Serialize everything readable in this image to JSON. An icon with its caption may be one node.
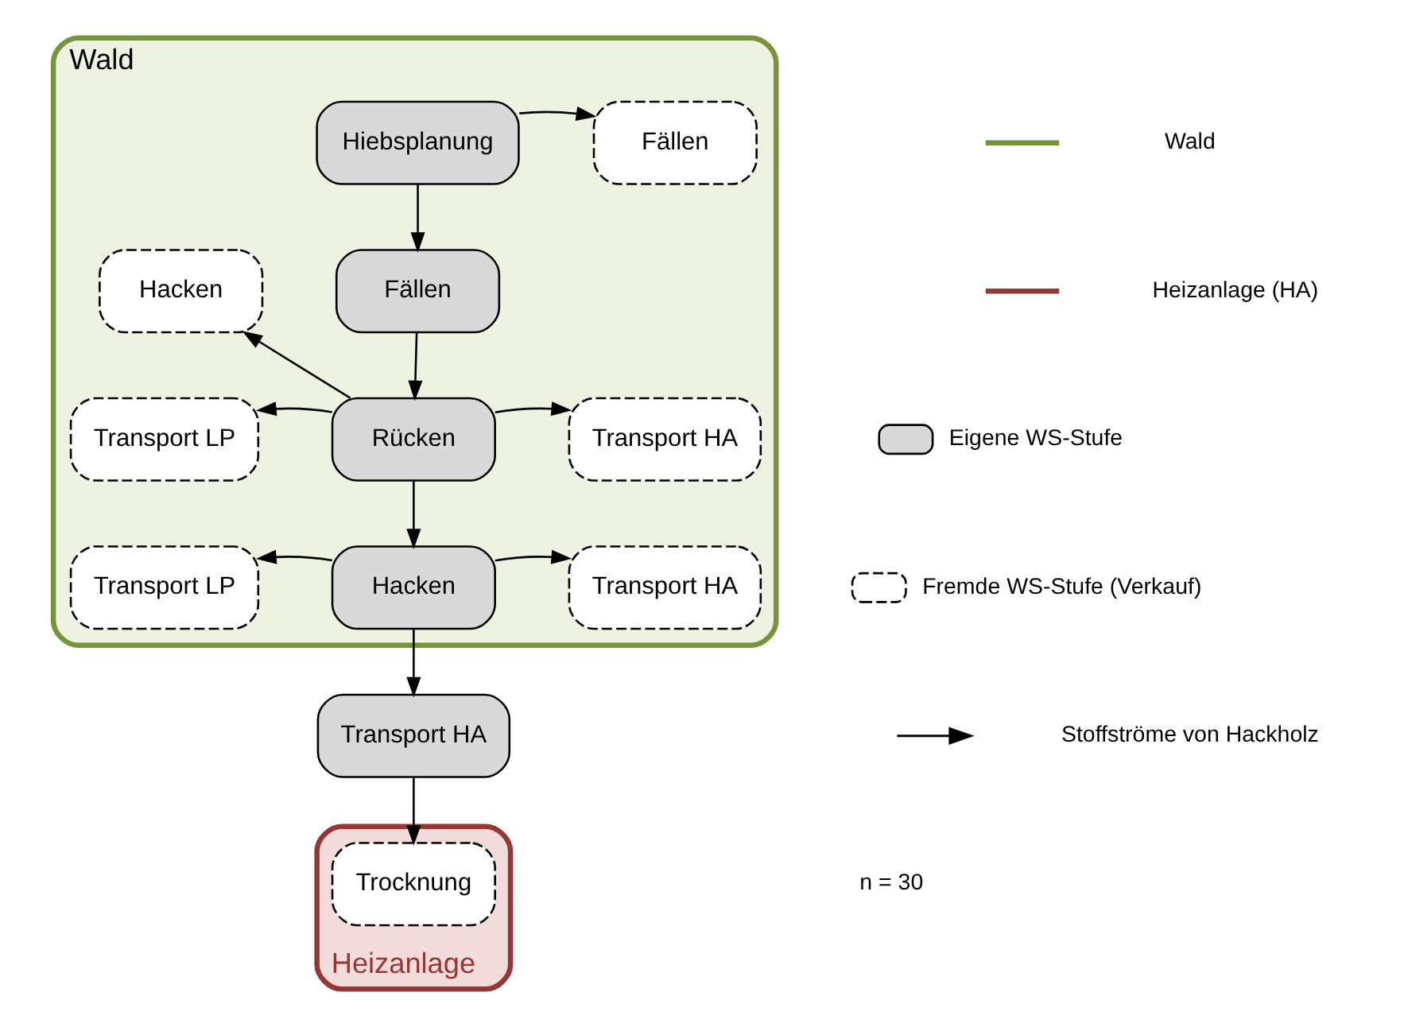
{
  "diagram": {
    "nodes": [
      {
        "text": [
          "Wald"
        ]
      },
      {
        "text": [
          "Hiebsplanung"
        ],
        "in": 0
      },
      {
        "text": [
          "Fällen"
        ],
        "in": 0
      },
      {
        "text": [
          "Hacken"
        ],
        "in": 0
      },
      {
        "text": [
          "Fällen"
        ],
        "in": 0
      },
      {
        "text": [
          "Transport LP"
        ],
        "in": 0
      },
      {
        "text": [
          "Rücken"
        ],
        "in": 0
      },
      {
        "text": [
          "Transport HA"
        ],
        "in": 0
      },
      {
        "text": [
          "Transport LP"
        ],
        "in": 0
      },
      {
        "text": [
          "Hacken"
        ],
        "in": 0
      },
      {
        "text": [
          "Transport HA"
        ],
        "in": 0
      },
      {
        "text": [
          "Transport HA"
        ]
      },
      {
        "text": [
          "Heizanlage"
        ]
      },
      {
        "text": [
          "Trocknung"
        ],
        "in": 12
      }
    ],
    "edges": [
      {
        "from": 1,
        "to": 2,
        "arrow": "to"
      },
      {
        "from": 1,
        "to": 4,
        "arrow": "to"
      },
      {
        "from": 4,
        "to": 6,
        "arrow": "to"
      },
      {
        "from": 6,
        "to": 3,
        "arrow": "to"
      },
      {
        "from": 6,
        "to": 5,
        "arrow": "to"
      },
      {
        "from": 6,
        "to": 7,
        "arrow": "to"
      },
      {
        "from": 6,
        "to": 9,
        "arrow": "to"
      },
      {
        "from": 9,
        "to": 8,
        "arrow": "to"
      },
      {
        "from": 9,
        "to": 10,
        "arrow": "to"
      },
      {
        "from": 9,
        "to": 11,
        "arrow": "to"
      },
      {
        "from": 11,
        "to": 13,
        "arrow": "to"
      }
    ],
    "labels": [
      "n = 30"
    ],
    "legend": [
      {
        "text": "Wald"
      },
      {
        "text": "Heizanlage (HA)"
      },
      {
        "text": "Eigene WS-Stufe"
      },
      {
        "text": "Fremde WS-Stufe (Verkauf)"
      },
      {
        "text": "Stoffströme von Hackholz"
      }
    ]
  }
}
